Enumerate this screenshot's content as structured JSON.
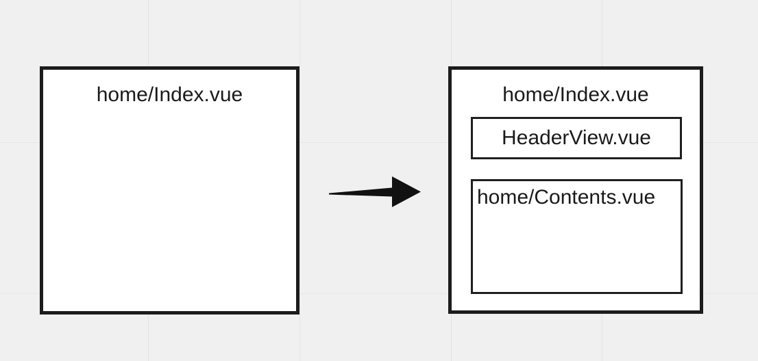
{
  "diagram": {
    "title": "vue-component-split",
    "background_color": "#f0f0f0",
    "box_border_color": "#1c1c1c",
    "box_fill_color": "#ffffff",
    "arrow_color": "#111111",
    "grid_color": "#e3e3e3"
  },
  "before": {
    "box_label": "home/Index.vue"
  },
  "transition": {
    "arrow_icon": "arrow-right-icon",
    "direction": "right"
  },
  "after": {
    "box_label": "home/Index.vue",
    "children": [
      {
        "label": "HeaderView.vue"
      },
      {
        "label": "home/Contents.vue"
      }
    ]
  },
  "grid": {
    "vertical_positions": [
      216,
      437,
      658,
      878
    ],
    "horizontal_positions": [
      208,
      429
    ]
  }
}
